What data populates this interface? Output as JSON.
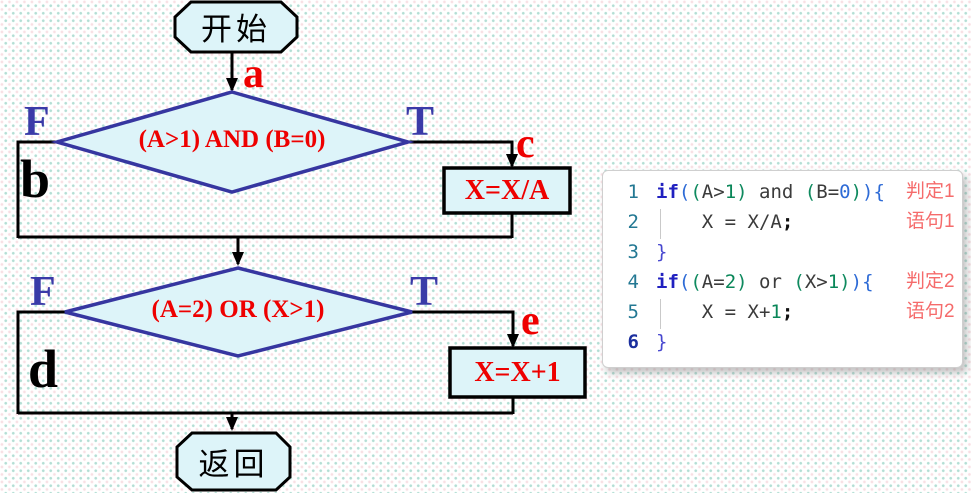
{
  "flowchart": {
    "start_label": "开始",
    "return_label": "返回",
    "decision1": {
      "text": "(A>1) AND (B=0)",
      "true_label": "T",
      "false_label": "F"
    },
    "decision2": {
      "text": "(A=2) OR (X>1)",
      "true_label": "T",
      "false_label": "F"
    },
    "process1": "X=X/A",
    "process2": "X=X+1",
    "edge_labels": {
      "a": "a",
      "b": "b",
      "c": "c",
      "d": "d",
      "e": "e"
    },
    "colors": {
      "shape_fill": "#ddf4f9",
      "diamond_border": "#3636a0",
      "label_red": "#ee0000",
      "branch_blue": "#3a3aa8",
      "connector": "#000000"
    }
  },
  "code_panel": {
    "annotation_color": "#f56b6b",
    "lines": [
      {
        "number": "1",
        "indented": false,
        "active": false,
        "annotation": "判定1",
        "tokens": [
          [
            "if",
            "kw"
          ],
          [
            "(",
            "p1"
          ],
          [
            "(",
            "p2"
          ],
          [
            "A>",
            "plain"
          ],
          [
            "1",
            "num"
          ],
          [
            ")",
            "p2"
          ],
          [
            " and ",
            "plain"
          ],
          [
            "(",
            "p2"
          ],
          [
            "B=",
            "plain"
          ],
          [
            "0",
            "zero"
          ],
          [
            ")",
            "p2"
          ],
          [
            ")",
            "p1"
          ],
          [
            "{",
            "brace-open"
          ]
        ]
      },
      {
        "number": "2",
        "indented": true,
        "active": false,
        "annotation": "语句1",
        "tokens": [
          [
            "    X = X/A",
            "plain"
          ],
          [
            ";",
            "semi"
          ]
        ]
      },
      {
        "number": "3",
        "indented": false,
        "active": false,
        "annotation": "",
        "tokens": [
          [
            "}",
            "brace-close"
          ]
        ]
      },
      {
        "number": "4",
        "indented": false,
        "active": false,
        "annotation": "判定2",
        "tokens": [
          [
            "if",
            "kw"
          ],
          [
            "(",
            "p1"
          ],
          [
            "(",
            "p2"
          ],
          [
            "A=",
            "plain"
          ],
          [
            "2",
            "num"
          ],
          [
            ")",
            "p2"
          ],
          [
            " or ",
            "plain"
          ],
          [
            "(",
            "p2"
          ],
          [
            "X>",
            "plain"
          ],
          [
            "1",
            "num"
          ],
          [
            ")",
            "p2"
          ],
          [
            ")",
            "p1"
          ],
          [
            "{",
            "brace-open"
          ]
        ]
      },
      {
        "number": "5",
        "indented": true,
        "active": false,
        "annotation": "语句2",
        "tokens": [
          [
            "    X = X+",
            "plain"
          ],
          [
            "1",
            "num"
          ],
          [
            ";",
            "semi"
          ]
        ]
      },
      {
        "number": "6",
        "indented": false,
        "active": true,
        "annotation": "",
        "tokens": [
          [
            "}",
            "brace-close"
          ]
        ]
      }
    ]
  }
}
